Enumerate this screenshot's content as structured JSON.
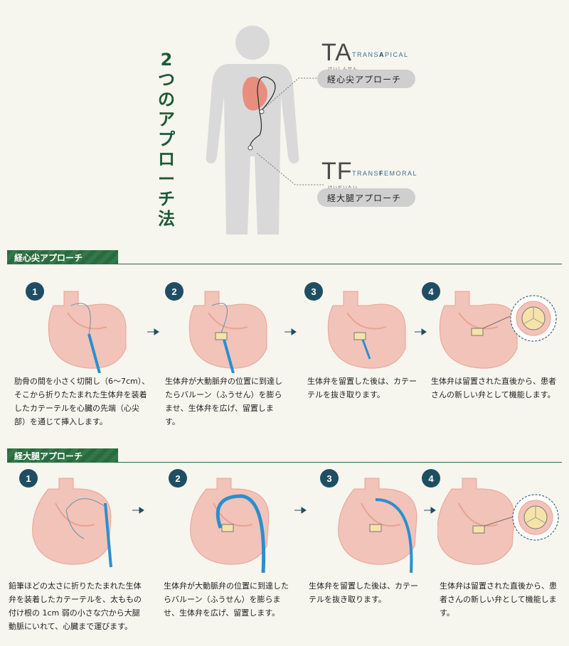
{
  "title": "2つのアプローチ法",
  "approaches": {
    "ta": {
      "abbr": "TA",
      "full_prefix": "TRANS",
      "full_highlight": "A",
      "full_suffix": "PICAL",
      "ruby": "けいしんせん",
      "label": "経心尖アプローチ"
    },
    "tf": {
      "abbr": "TF",
      "full_prefix": "TRANS",
      "full_highlight": "F",
      "full_suffix": "EMORAL",
      "ruby": "けいだいたい",
      "label": "経大腿アプローチ"
    }
  },
  "sections": [
    {
      "tag": "経心尖アプローチ",
      "steps": [
        {
          "num": "1",
          "text": "肋骨の間を小さく切開し（6～7cm）、そこから折りたたまれた生体弁を装着したカテーテルを心臓の先端（心尖部）を通じて挿入します。"
        },
        {
          "num": "2",
          "text": "生体弁が大動脈弁の位置に到達したらバルーン（ふうせん）を膨らませ、生体弁を広げ、留置します。"
        },
        {
          "num": "3",
          "text": "生体弁を留置した後は、カテーテルを抜き取ります。"
        },
        {
          "num": "4",
          "text": "生体弁は留置された直後から、患者さんの新しい弁として機能します。"
        }
      ]
    },
    {
      "tag": "経大腿アプローチ",
      "steps": [
        {
          "num": "1",
          "text": "鉛筆ほどの太さに折りたたまれた生体弁を装着したカテーテルを、太ももの付け根の 1cm 弱の小さな穴から大腿動脈にいれて、心臓まで運びます。"
        },
        {
          "num": "2",
          "text": "生体弁が大動脈弁の位置に到達したらバルーン（ふうせん）を膨らませ、生体弁を広げ、留置します。"
        },
        {
          "num": "3",
          "text": "生体弁を留置した後は、カテーテルを抜き取ります。"
        },
        {
          "num": "4",
          "text": "生体弁は留置された直後から、患者さんの新しい弁として機能します。"
        }
      ]
    }
  ],
  "colors": {
    "green": "#1d5a35",
    "heart": "#f2c3b8",
    "heart_line": "#e8a395",
    "catheter": "#2a8fd0",
    "badge": "#1f4e63",
    "body": "#d9d9d9"
  }
}
